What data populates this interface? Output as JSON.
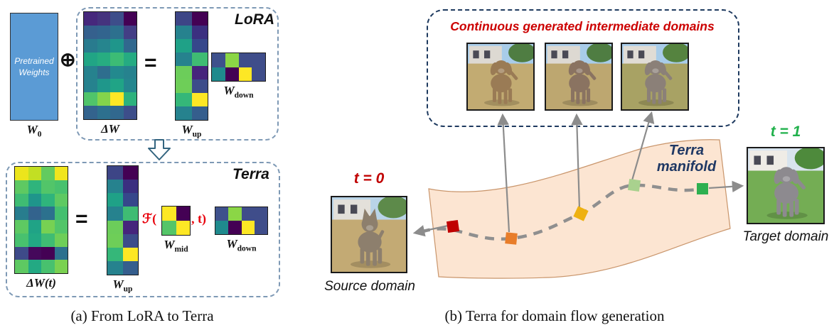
{
  "panel_a": {
    "caption": "(a) From LoRA to Terra",
    "pretrained": {
      "label": "Pretrained Weights",
      "fill": "#5b9bd5",
      "name_base": "W",
      "name_sub": "0"
    },
    "oplus": "⊕",
    "equals": "=",
    "lora": {
      "title": "LoRA",
      "dw": {
        "label_base": "ΔW",
        "cells": [
          [
            "#46287c",
            "#45337e",
            "#3d4e8a",
            "#440154"
          ],
          [
            "#35608d",
            "#32648e",
            "#2d708e",
            "#433e85"
          ],
          [
            "#297b8e",
            "#26858e",
            "#1f968b",
            "#31688e"
          ],
          [
            "#21a585",
            "#27ad81",
            "#3cbc75",
            "#25ab82"
          ],
          [
            "#26828e",
            "#2e6e8e",
            "#23898e",
            "#26828e"
          ],
          [
            "#26828e",
            "#1f978b",
            "#20a486",
            "#24868e"
          ],
          [
            "#50c46a",
            "#84d44b",
            "#fde725",
            "#2db27d"
          ],
          [
            "#33638d",
            "#2d708e",
            "#31688e",
            "#3d4e8a"
          ]
        ]
      },
      "w_up": {
        "label_base": "W",
        "label_sub": "up",
        "cells": [
          [
            "#3d4586",
            "#440154"
          ],
          [
            "#26828e",
            "#3b2f80"
          ],
          [
            "#1fa187",
            "#36478b"
          ],
          [
            "#26828e",
            "#3fbc73"
          ],
          [
            "#6ccd5a",
            "#46257c"
          ],
          [
            "#6ece58",
            "#3c4c8a"
          ],
          [
            "#35b779",
            "#fde725"
          ],
          [
            "#26828e",
            "#355e8d"
          ]
        ]
      },
      "w_down": {
        "label_base": "W",
        "label_sub": "down",
        "cells": [
          [
            "#3e518c",
            "#8bd646",
            "#3f4d8a",
            "#3f4d8a"
          ],
          [
            "#1f8a8d",
            "#440154",
            "#fde725",
            "#3f4d8a"
          ]
        ]
      }
    },
    "terra": {
      "title": "Terra",
      "dw_t": {
        "label_base": "ΔW",
        "label_suffix": "(t)",
        "cells": [
          [
            "#ece51c",
            "#c2df23",
            "#63cb5f",
            "#f1e51d"
          ],
          [
            "#5ec962",
            "#2fb47c",
            "#52c569",
            "#48c16e"
          ],
          [
            "#3fbc73",
            "#1f958b",
            "#2fb47c",
            "#5ec962"
          ],
          [
            "#287d8e",
            "#33638d",
            "#2c718e",
            "#44bf70"
          ],
          [
            "#5ec962",
            "#20a386",
            "#77d153",
            "#52c569"
          ],
          [
            "#48c16e",
            "#22a884",
            "#3fbc73",
            "#6ece58"
          ],
          [
            "#3e4a89",
            "#45085b",
            "#440154",
            "#2d708e"
          ],
          [
            "#5ec962",
            "#23a983",
            "#48c16e",
            "#7ad151"
          ]
        ]
      },
      "w_up": {
        "label_base": "W",
        "label_sub": "up",
        "cells": [
          [
            "#3d4586",
            "#440154"
          ],
          [
            "#26828e",
            "#3b2f80"
          ],
          [
            "#1fa187",
            "#36478b"
          ],
          [
            "#26828e",
            "#3fbc73"
          ],
          [
            "#6ccd5a",
            "#46257c"
          ],
          [
            "#6ece58",
            "#3c4c8a"
          ],
          [
            "#35b779",
            "#fde725"
          ],
          [
            "#26828e",
            "#355e8d"
          ]
        ]
      },
      "func_open": "ℱ(",
      "func_close": ", t)",
      "w_mid": {
        "label_base": "W",
        "label_sub": "mid",
        "cells": [
          [
            "#fde725",
            "#440154"
          ],
          [
            "#54c568",
            "#fde725"
          ]
        ]
      },
      "w_down": {
        "label_base": "W",
        "label_sub": "down",
        "cells": [
          [
            "#3e518c",
            "#8bd646",
            "#3f4d8a",
            "#3f4d8a"
          ],
          [
            "#1f8a8d",
            "#440154",
            "#fde725",
            "#3f4d8a"
          ]
        ]
      }
    }
  },
  "panel_b": {
    "caption": "(b) Terra for domain flow generation",
    "box_title": "Continuous generated intermediate domains",
    "box_title_color": "#cc0000",
    "manifold_label_line1": "Terra",
    "manifold_label_line2": "manifold",
    "manifold_fill": "#fce5d2",
    "manifold_stroke": "#c9956b",
    "t0": {
      "text": "t = 0",
      "color": "#c00000"
    },
    "t1": {
      "text": "t = 1",
      "color": "#21b14c"
    },
    "source_label": "Source domain",
    "target_label": "Target domain",
    "markers": [
      {
        "color": "#c00000"
      },
      {
        "color": "#e87d2a"
      },
      {
        "color": "#eeb111"
      },
      {
        "color": "#a9d18e"
      },
      {
        "color": "#2eb050"
      }
    ],
    "images": {
      "intermediate": [
        {
          "desc": "fluffy brown puppy on dry grass",
          "sky": "#a8cce9",
          "house": "#ddd9d2",
          "bush": "#4f7d42",
          "ground": "#c2ab72",
          "animal": "#9a7b55",
          "ears": "dog"
        },
        {
          "desc": "scruffy brown-gray puppy on dry grass",
          "sky": "#a8cce9",
          "house": "#ddd9d2",
          "bush": "#4f7d42",
          "ground": "#bda770",
          "animal": "#8a7361",
          "ears": "dog"
        },
        {
          "desc": "gray puppy standing on grass",
          "sky": "#a8cce9",
          "house": "#e0dcd5",
          "bush": "#55833f",
          "ground": "#a8a264",
          "animal": "#8b8078",
          "ears": "dog"
        }
      ],
      "source": {
        "desc": "tabby kitten standing in a yard",
        "sky": "#b9d4e8",
        "house": "#e3e0da",
        "bush": "#5d8a4a",
        "ground": "#c3aa74",
        "animal": "#8d7f6d",
        "ears": "cat"
      },
      "target": {
        "desc": "gray Weimaraner dog on a lawn",
        "sky": "#d8e4ee",
        "house": "#efece6",
        "bush": "#4e8a3c",
        "ground": "#74ad54",
        "animal": "#8d8a8f",
        "ears": "dog"
      }
    }
  }
}
